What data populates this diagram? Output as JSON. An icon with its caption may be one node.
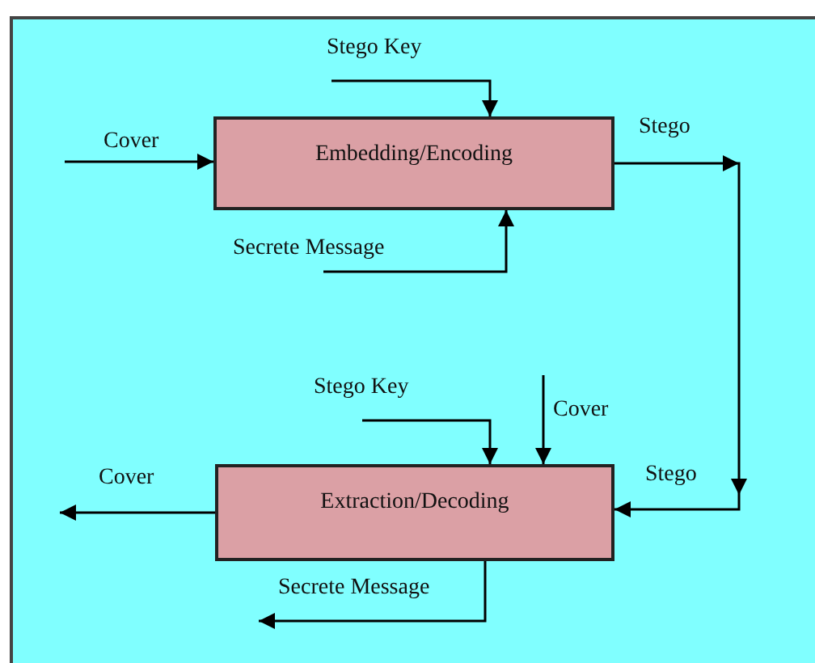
{
  "diagram": {
    "nodes": [
      {
        "text": [
          "Embedding/Encoding"
        ]
      },
      {
        "text": [
          "Extraction/Decoding"
        ]
      }
    ],
    "edges": [
      {
        "from": null,
        "to": 0,
        "arrow": "to",
        "label": "Cover"
      },
      {
        "from": null,
        "to": 0,
        "arrow": "to",
        "label": "Stego Key"
      },
      {
        "from": null,
        "to": 0,
        "arrow": "to",
        "label": "Secrete Message"
      },
      {
        "from": 0,
        "to": 1,
        "arrow": "to",
        "label": "Stego"
      },
      {
        "from": null,
        "to": 1,
        "arrow": "to",
        "label": "Stego Key"
      },
      {
        "from": null,
        "to": 1,
        "arrow": "to",
        "label": "Cover"
      },
      {
        "from": 1,
        "to": null,
        "arrow": "to",
        "label": "Cover"
      },
      {
        "from": 1,
        "to": null,
        "arrow": "to",
        "label": "Secrete Message"
      }
    ],
    "labels": [
      "Stego"
    ]
  }
}
